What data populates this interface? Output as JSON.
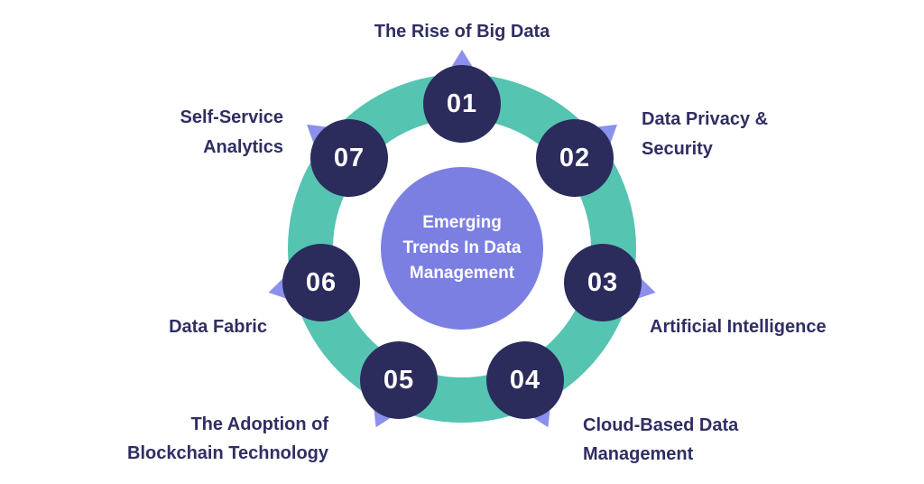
{
  "diagram": {
    "center": {
      "lines": [
        "Emerging",
        "Trends In Data",
        "Management"
      ]
    },
    "nodes": [
      {
        "number": "01",
        "label_lines": [
          "The Rise of Big Data"
        ]
      },
      {
        "number": "02",
        "label_lines": [
          "Data Privacy &",
          "Security"
        ]
      },
      {
        "number": "03",
        "label_lines": [
          "Artificial Intelligence"
        ]
      },
      {
        "number": "04",
        "label_lines": [
          "Cloud-Based Data",
          "Management"
        ]
      },
      {
        "number": "05",
        "label_lines": [
          "The Adoption of",
          "Blockchain Technology"
        ]
      },
      {
        "number": "06",
        "label_lines": [
          "Data Fabric"
        ]
      },
      {
        "number": "07",
        "label_lines": [
          "Self-Service",
          "Analytics"
        ]
      }
    ],
    "colors": {
      "background": "#FFFFFF",
      "ring": "#55C4B1",
      "node_circle": "#2B2B5C",
      "center_circle": "#7B7FE2",
      "arrow": "#8B90EC",
      "label_text": "#2F2E63",
      "number_text": "#FFFFFF",
      "center_text": "#FFFFFF"
    }
  }
}
